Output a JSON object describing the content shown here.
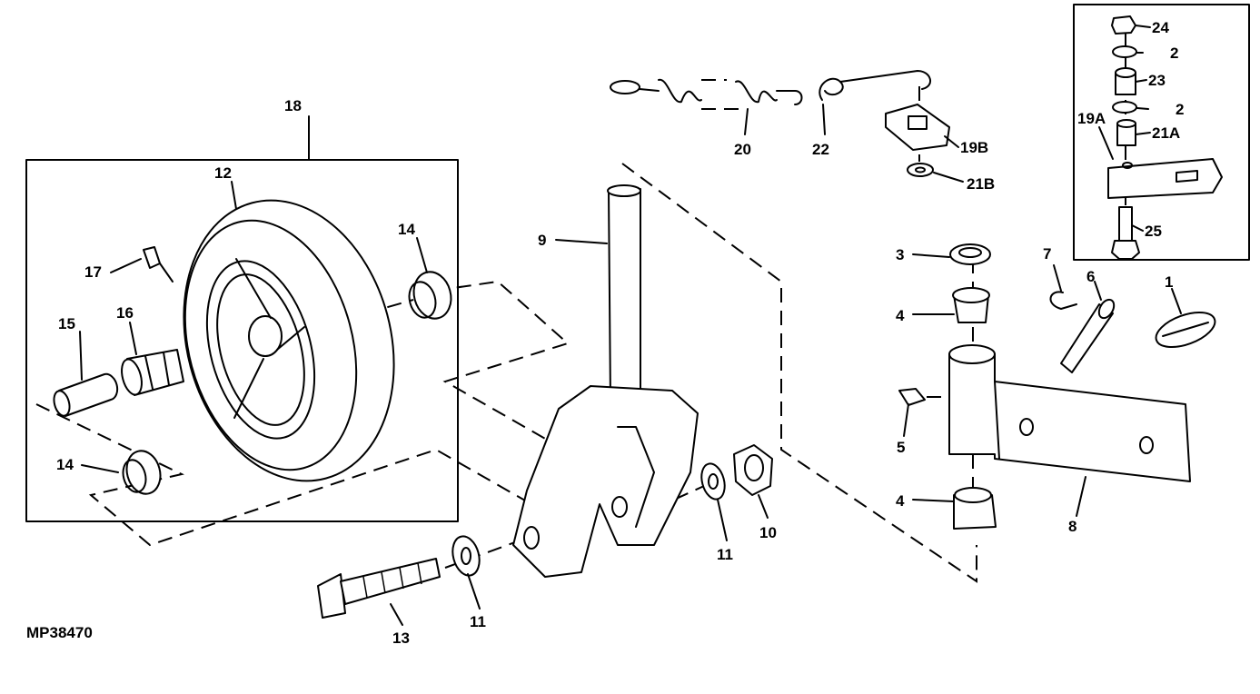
{
  "figure_code": "MP38470",
  "labels": {
    "l1": "1",
    "l2a": "2",
    "l2b": "2",
    "l3": "3",
    "l4a": "4",
    "l4b": "4",
    "l5": "5",
    "l6": "6",
    "l7": "7",
    "l8": "8",
    "l9": "9",
    "l10": "10",
    "l11a": "11",
    "l11b": "11",
    "l12": "12",
    "l13": "13",
    "l14a": "14",
    "l14b": "14",
    "l15": "15",
    "l16": "16",
    "l17": "17",
    "l18": "18",
    "l19a": "19A",
    "l19b": "19B",
    "l20": "20",
    "l21a": "21A",
    "l21b": "21B",
    "l22": "22",
    "l23": "23",
    "l24": "24",
    "l25": "25"
  }
}
